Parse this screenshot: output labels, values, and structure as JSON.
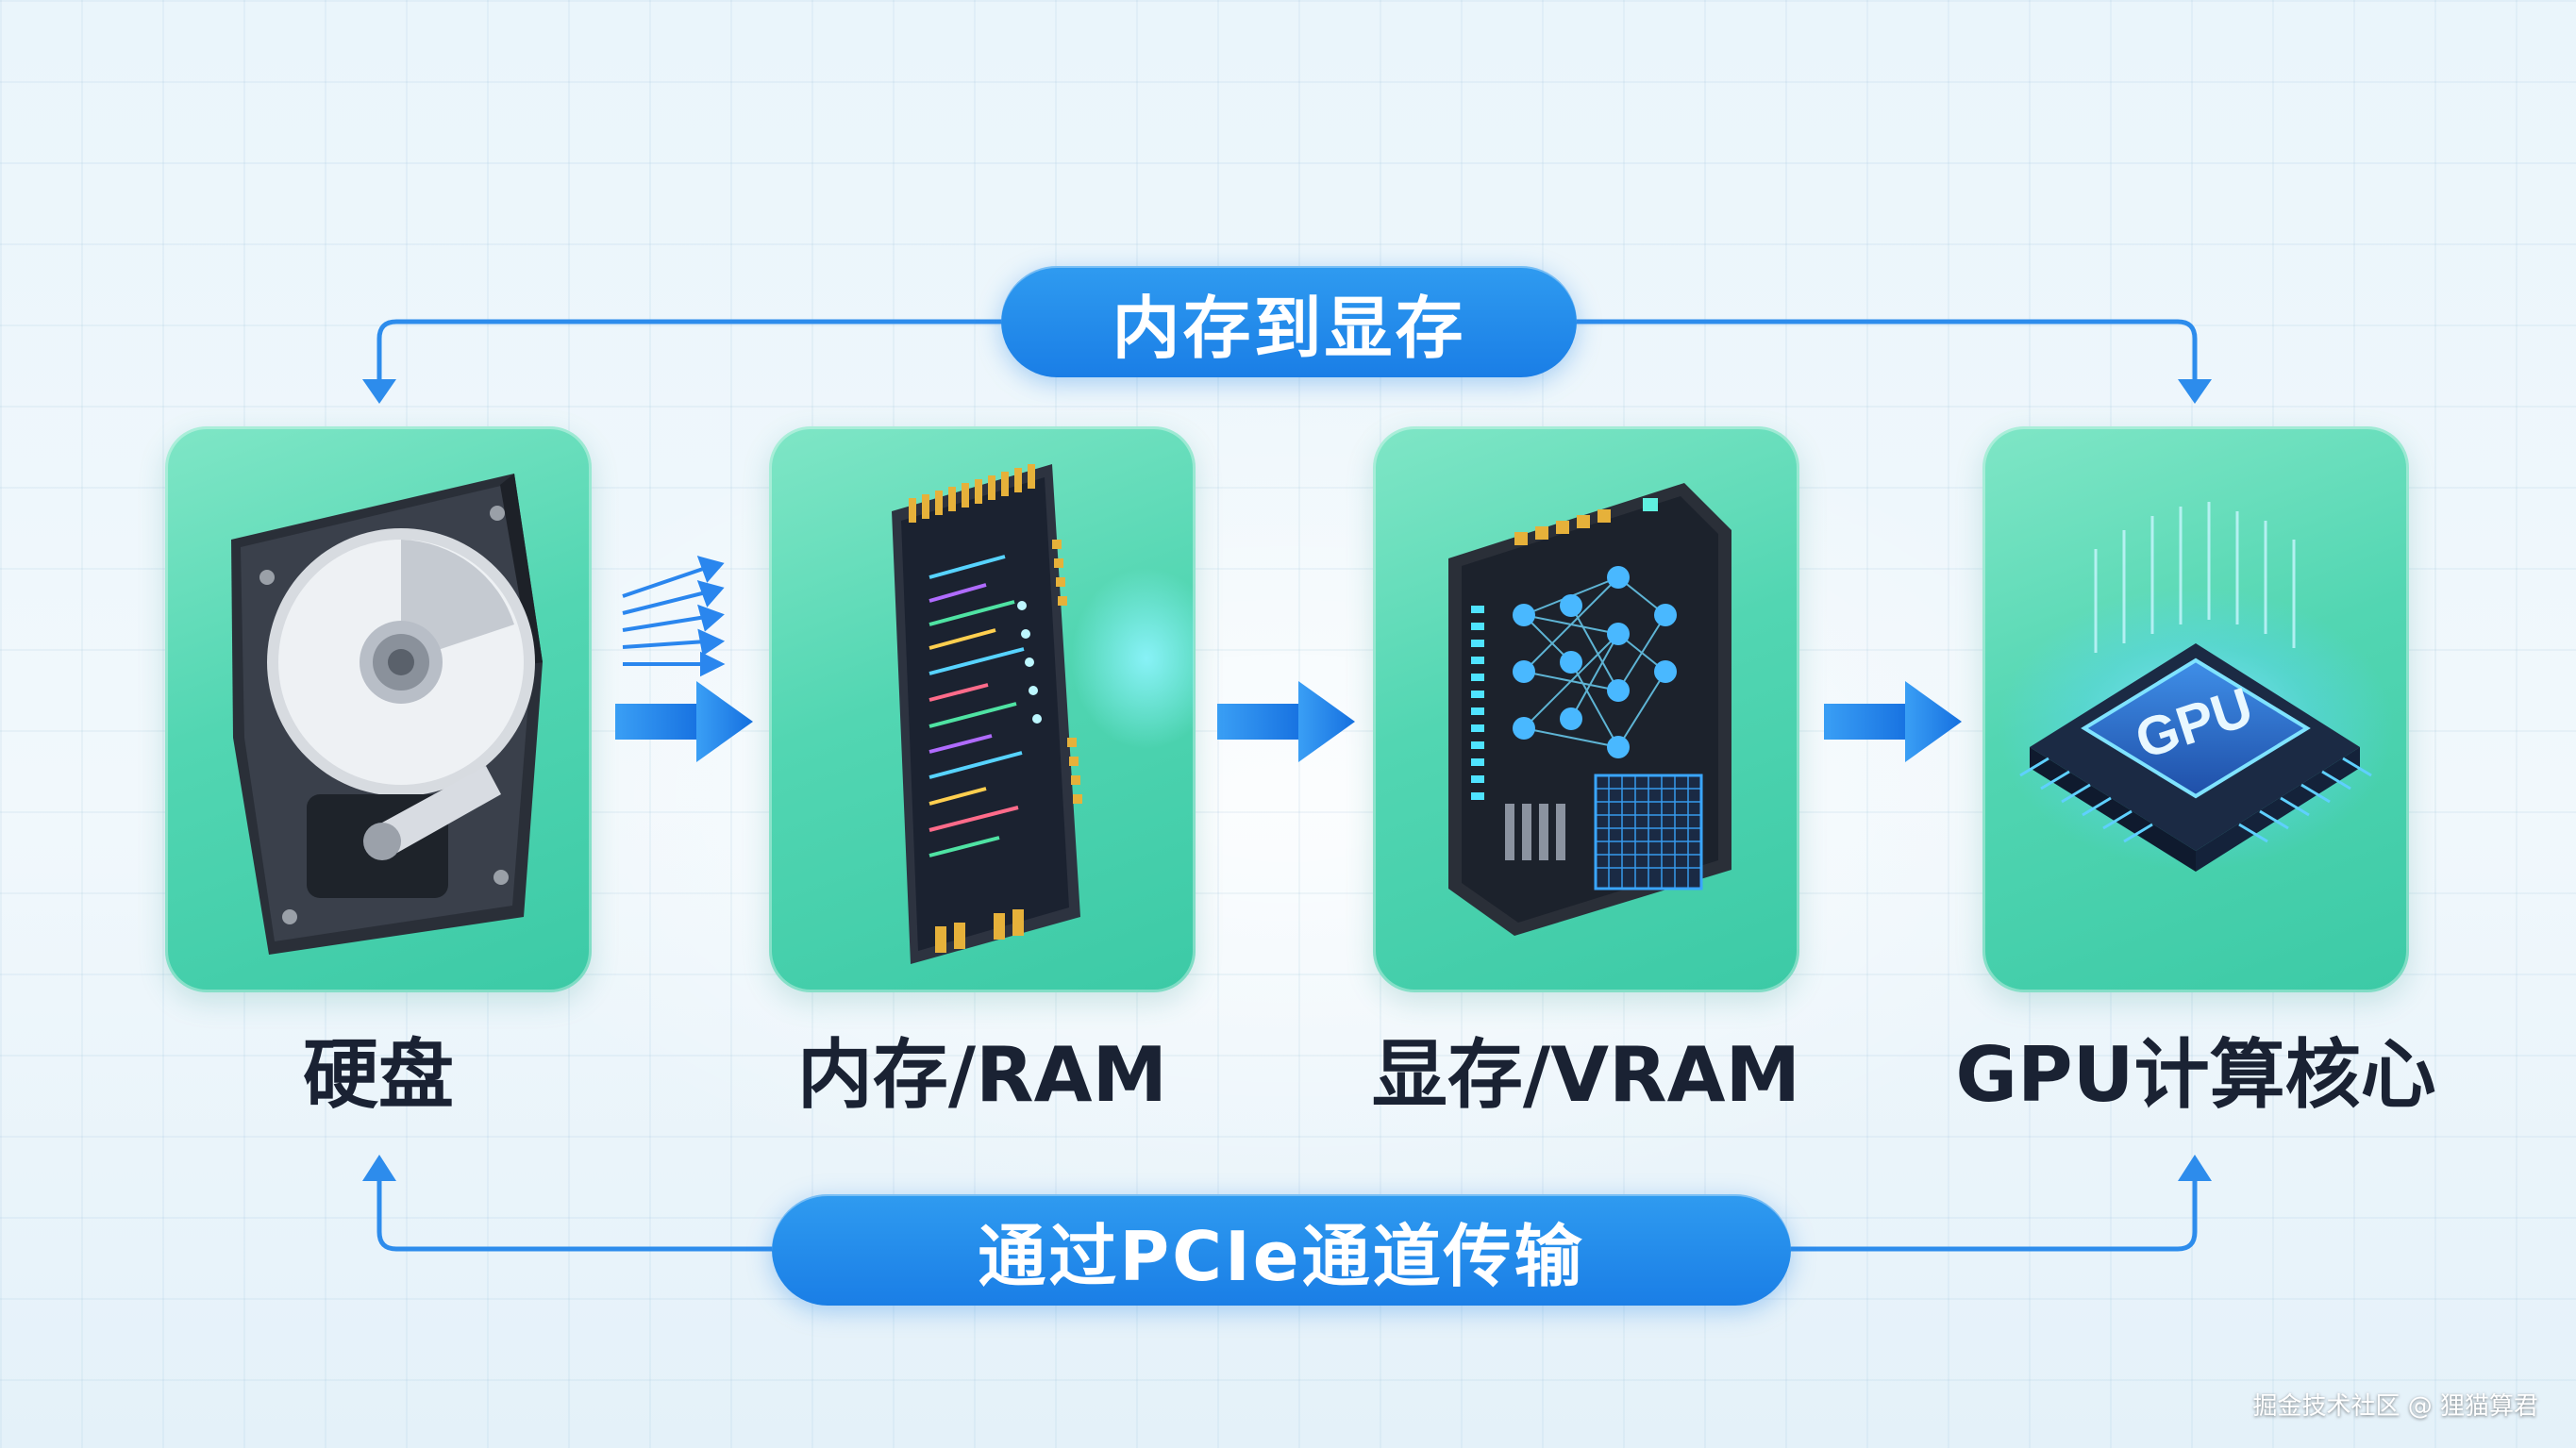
{
  "flow_top_label": "内存到显存",
  "flow_bottom_label": "通过PCIe通道传输",
  "stages": [
    {
      "name": "硬盘",
      "icon": "hard-drive-icon"
    },
    {
      "name": "内存/RAM",
      "icon": "ram-module-icon"
    },
    {
      "name": "显存/VRAM",
      "icon": "vram-chip-icon"
    },
    {
      "name": "GPU计算核心",
      "icon": "gpu-chip-icon"
    }
  ],
  "chip_text": "GPU",
  "watermark": "掘金技术社区 @ 狸猫算君",
  "colors": {
    "card": "#52d6b2",
    "pill": "#1f86ea",
    "arrow": "#1a78e6",
    "label": "#1a2233"
  }
}
